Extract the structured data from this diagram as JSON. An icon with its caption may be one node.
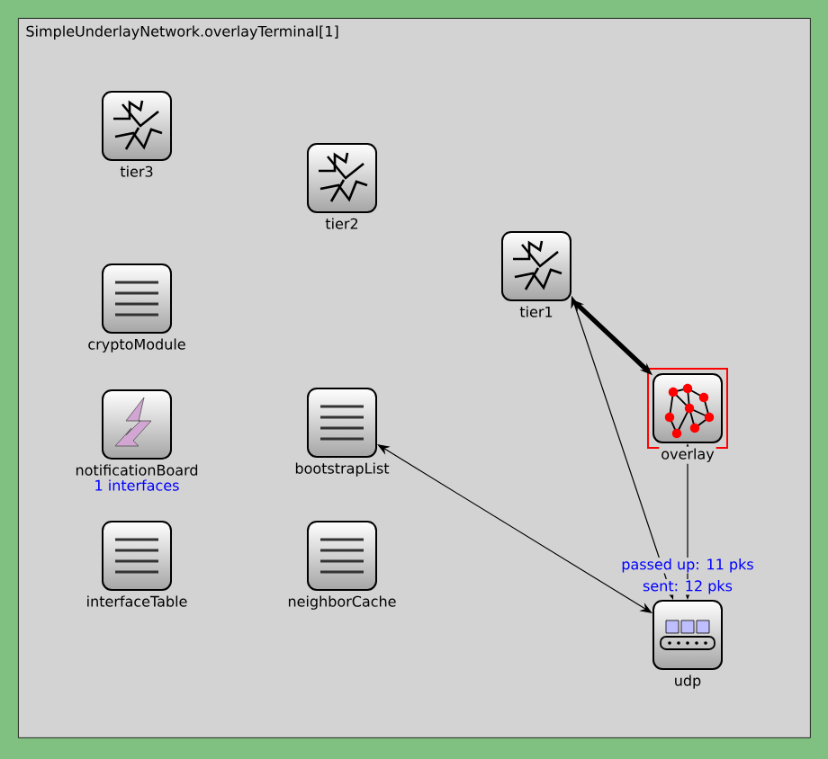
{
  "diagram": {
    "nodes": [
      {
        "text": [
          "SimpleUnderlayNetwork.overlayTerminal[1]"
        ]
      },
      {
        "text": [
          "tier3"
        ],
        "in": 0
      },
      {
        "text": [
          "tier2"
        ],
        "in": 0
      },
      {
        "text": [
          "cryptoModule"
        ],
        "in": 0
      },
      {
        "text": [
          "tier1"
        ],
        "in": 0
      },
      {
        "text": [
          "overlay"
        ],
        "in": 0
      },
      {
        "text": [
          "notificationBoard"
        ],
        "in": 0,
        "beside": [
          "1 interfaces"
        ]
      },
      {
        "text": [
          "bootstrapList"
        ],
        "in": 0
      },
      {
        "text": [
          "interfaceTable"
        ],
        "in": 0
      },
      {
        "text": [
          "neighborCache"
        ],
        "in": 0
      },
      {
        "text": [
          "udp"
        ],
        "in": 0,
        "beside": [
          "passed up: 11 pks",
          "sent: 12 pks"
        ]
      }
    ],
    "edges": [
      {
        "from": 4,
        "to": 5,
        "arrow": "both",
        "style": "thick"
      },
      {
        "from": 4,
        "to": 10,
        "arrow": "both"
      },
      {
        "from": 5,
        "to": 10,
        "arrow": "both"
      },
      {
        "from": 7,
        "to": 10,
        "arrow": "both"
      }
    ]
  }
}
